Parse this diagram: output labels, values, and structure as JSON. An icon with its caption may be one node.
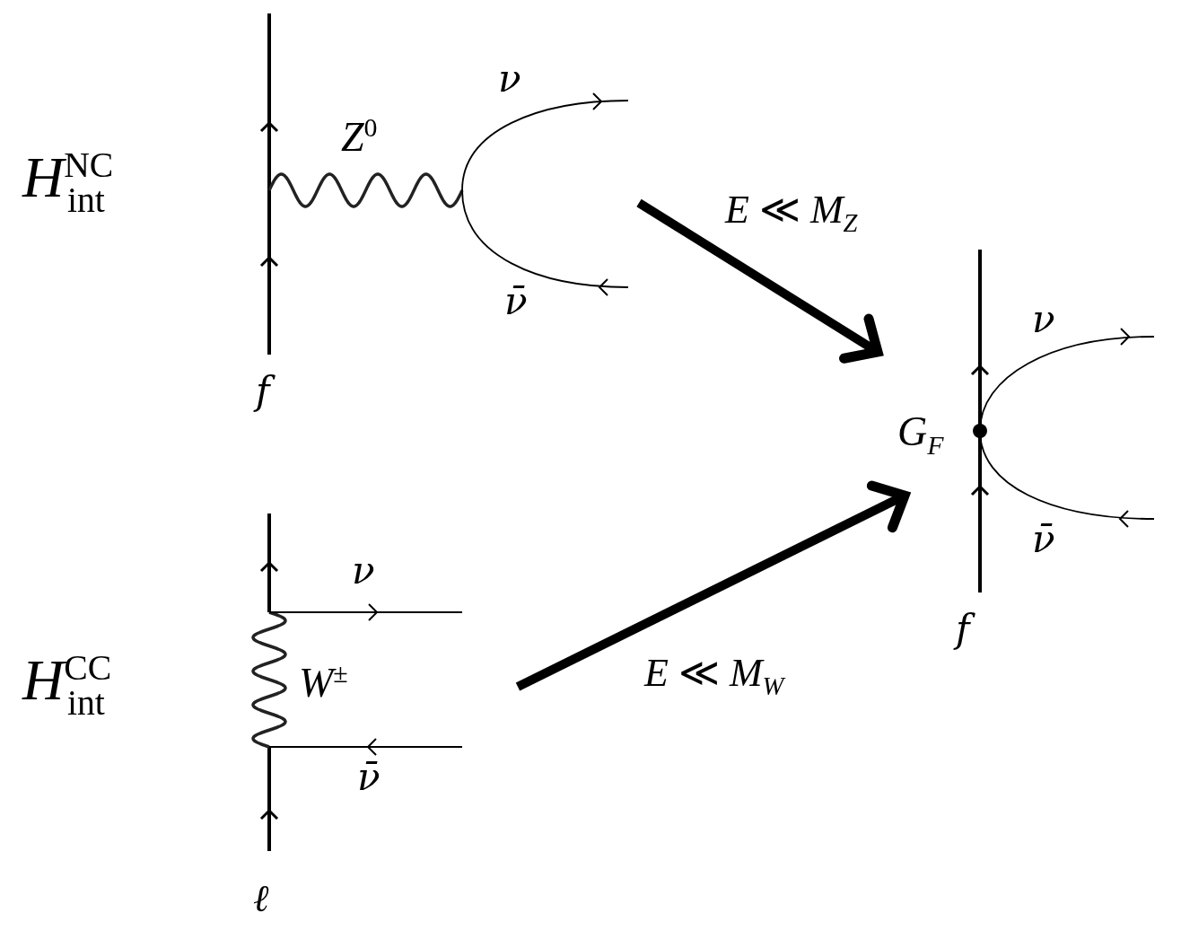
{
  "diagram": {
    "nodes": [
      {
        "text": [
          "ν",
          "*Z*$^{0}$",
          "ν̄",
          "f"
        ],
        "beside": [
          "*H*$^{NC}$$_{int}$"
        ]
      },
      {
        "text": [
          "ν",
          "*W*$^{±}$",
          "ν̄",
          "ℓ"
        ],
        "beside": [
          "*H*$^{CC}$$_{int}$"
        ]
      },
      {
        "text": [
          "ν",
          "*G*$_{F}$",
          "ν̄",
          "f"
        ]
      }
    ],
    "edges": [
      {
        "from": 0,
        "to": 2,
        "arrow": "to",
        "label": "*E* ≪ *M*$_{Z}$"
      },
      {
        "from": 1,
        "to": 2,
        "arrow": "to",
        "label": "*E* ≪ *M*$_{W}$"
      }
    ]
  }
}
